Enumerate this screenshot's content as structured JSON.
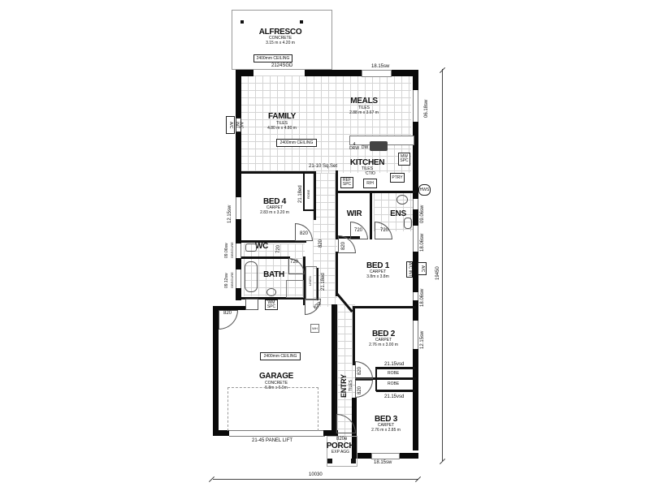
{
  "plan": {
    "overall_width": "10030",
    "overall_depth": "19450"
  },
  "rooms": {
    "alfresco": {
      "name": "ALFRESCO",
      "finish": "CONCRETE",
      "size": "3.15 m x 4.20 m",
      "ceiling": "2400mm CEILING",
      "door": "2124SGD"
    },
    "family": {
      "name": "FAMILY",
      "finish": "TILES",
      "size": "4.80 m x 4.80 m",
      "ceiling": "2400mm CEILING"
    },
    "meals": {
      "name": "MEALS",
      "finish": "TILES",
      "size": "2.88 m x 3.67 m"
    },
    "kitchen": {
      "name": "KITCHEN",
      "finish": "TILES"
    },
    "bed4": {
      "name": "BED 4",
      "finish": "CARPET",
      "size": "2.83 m x 3.20 m",
      "door": "820"
    },
    "wir": {
      "name": "WIR",
      "door": "720"
    },
    "ens": {
      "name": "ENS",
      "door": "720"
    },
    "wc": {
      "name": "WC",
      "door": "720"
    },
    "bath": {
      "name": "BATH",
      "door": "720"
    },
    "bed1": {
      "name": "BED 1",
      "finish": "CARPET",
      "size": "3.8m x 3.8m"
    },
    "bed2": {
      "name": "BED 2",
      "finish": "CARPET",
      "size": "2.76 m x 3.00 m"
    },
    "bed3": {
      "name": "BED 3",
      "finish": "CARPET",
      "size": "2.76 m x 2.85 m"
    },
    "garage": {
      "name": "GARAGE",
      "finish": "CONCRETE",
      "size": "5.8m x 6.0m",
      "ceiling": "2400mm CEILING",
      "door_label": "21-45 PANEL LIFT",
      "side_door": "820"
    },
    "entry": {
      "name": "ENTRY",
      "finish": "TILES"
    },
    "porch": {
      "name": "PORCH",
      "finish": "EXP AGG",
      "door": "820e"
    }
  },
  "fixtures": {
    "drw": "4\nDRW",
    "dw": "DW",
    "mw_spc": "MW\nSPC",
    "ref_spc": "REF\nSPC",
    "ctio": "CTIO",
    "rh": "R/H",
    "ptry": "PTRY",
    "hws": "HWS",
    "robe": "ROBE",
    "linen": "LINEN",
    "wh": "WH",
    "wm_spc": "WM\nSPC",
    "tub": "TUB",
    "ac": "A/C",
    "ac_int": "A/C INT"
  },
  "labels": {
    "sq_set": "21-10 Sq.Set",
    "win_meals_top": "18.15sw",
    "win_meals_right": "06.18sw",
    "win_bed4": "12.15sw",
    "robe_bed4": "21.18ed",
    "door_hall_820": "820",
    "win_ens": "09.06sw",
    "win_bed1_a": "18.06sw",
    "win_bed1_b": "18.06sw",
    "win_bed2": "12.15sw",
    "win_wc": "09.06sw",
    "win_wc_sub": "OBSCURE",
    "win_bath": "09.12sw",
    "win_bath_sub": "OBSCURE",
    "linen_door": "21.18ed",
    "door_820_bed1": "820",
    "robe_bed2": "21.15vsd",
    "robe_bed3": "21.15vsd",
    "door_bed2": "820",
    "door_bed3": "820",
    "win_bed3": "18.15sw"
  }
}
